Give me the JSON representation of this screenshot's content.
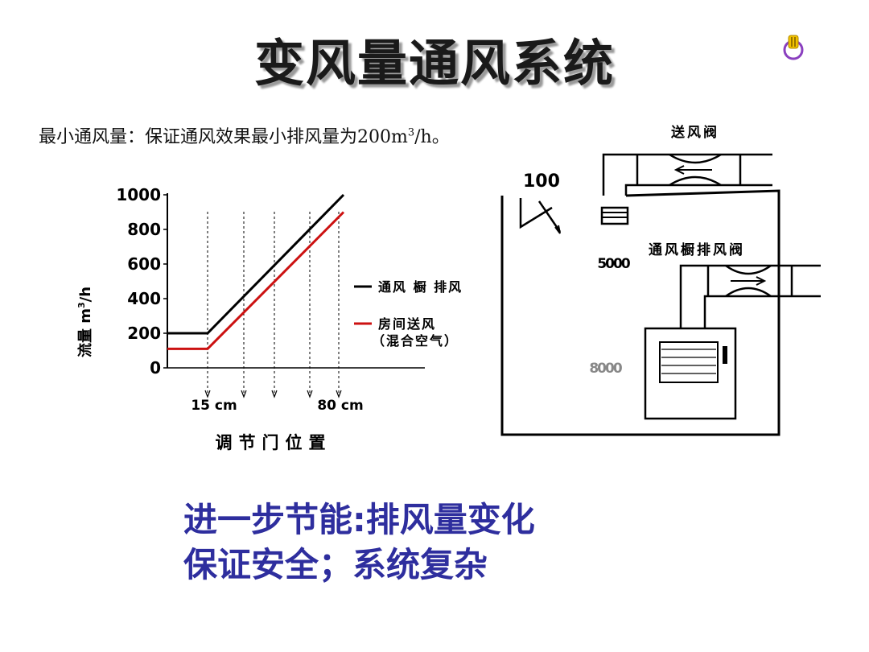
{
  "title": "变风量通风系统",
  "subtitle": {
    "prefix": "最小通风量：保证通风效果最小排风量为200m",
    "sup": "3",
    "suffix": "/h。"
  },
  "nav_icon": "power-icon",
  "chart_data": {
    "type": "line",
    "ylabel_main": "流量 m",
    "ylabel_sup": "3",
    "ylabel_suffix": "/h",
    "xlabel": "调节门位置",
    "ylim": [
      0,
      1000
    ],
    "yticks": [
      "1000",
      "800",
      "600",
      "400",
      "200",
      "0"
    ],
    "ytick_values": [
      1000,
      800,
      600,
      400,
      200,
      0
    ],
    "x_annotations": [
      "15 cm",
      "80 cm"
    ],
    "series": [
      {
        "name": "通风 橱 排风",
        "color": "#000000",
        "values": [
          200,
          200,
          1000
        ]
      },
      {
        "name": "房间送风\n（混合空气）",
        "color": "#cc1111",
        "values": [
          110,
          110,
          900
        ]
      }
    ],
    "legend": [
      {
        "label": "通风 橱 排风",
        "color": "#000000"
      },
      {
        "label": "房间送风",
        "label2": "（混合空气）",
        "color": "#cc1111"
      }
    ]
  },
  "diagram": {
    "label_100": "100",
    "supply_valve": "送风阀",
    "hood_exhaust_valve": "通风橱排风阀",
    "reading_upper": "5000",
    "reading_lower": "8000"
  },
  "footer": {
    "line1": "进一步节能:排风量变化",
    "line2": "保证安全；系统复杂"
  }
}
